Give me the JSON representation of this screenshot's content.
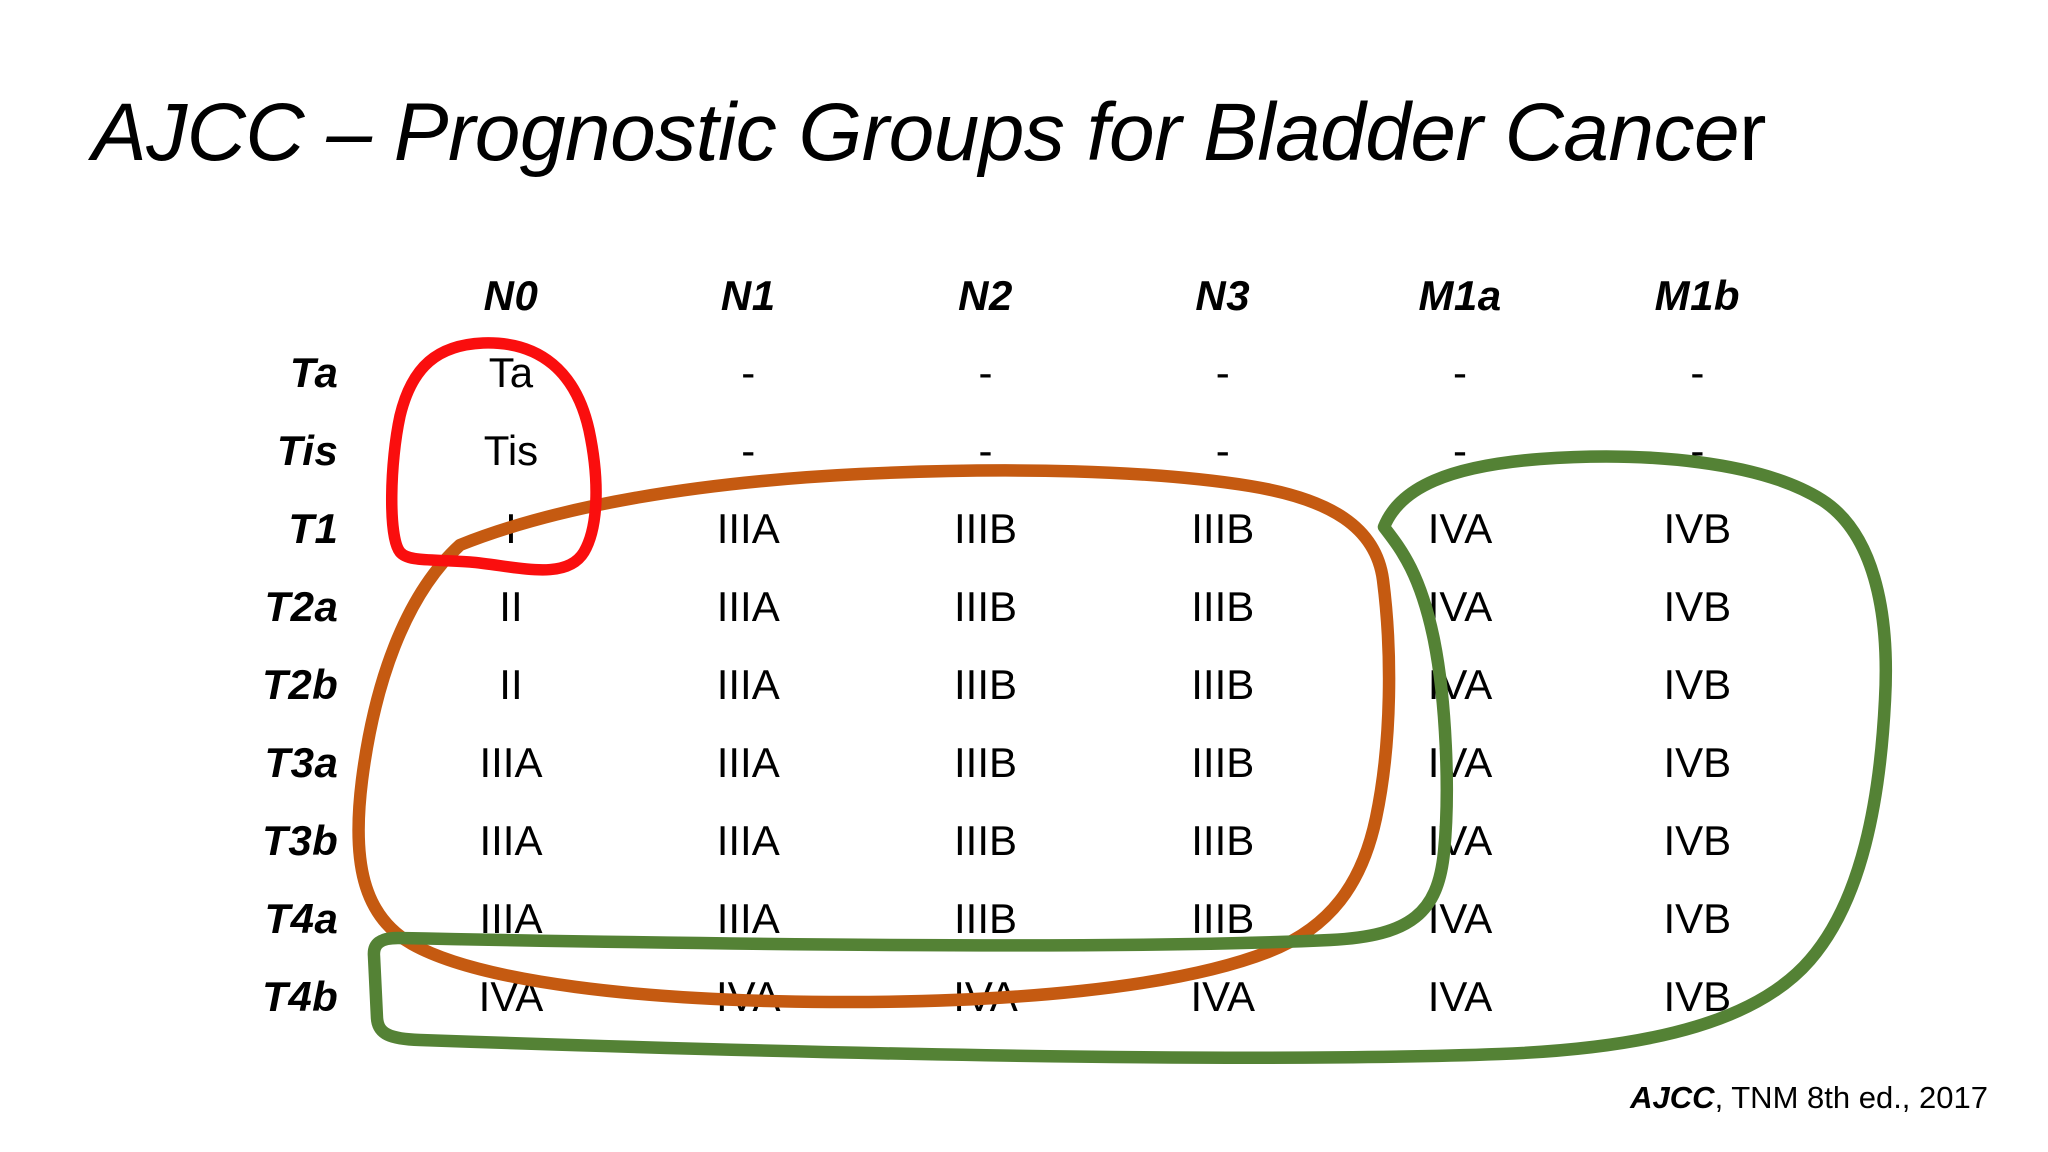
{
  "slide": {
    "title_main": "AJCC – Prognostic Groups for Bladder Cance",
    "title_tail": "r",
    "background_color": "#FFFFFF",
    "text_color": "#000000"
  },
  "table": {
    "corner_label": "",
    "column_headers": [
      "N0",
      "N1",
      "N2",
      "N3",
      "M1a",
      "M1b"
    ],
    "row_headers": [
      "Ta",
      "Tis",
      "T1",
      "T2a",
      "T2b",
      "T3a",
      "T3b",
      "T4a",
      "T4b"
    ],
    "rows": [
      {
        "header": "Ta",
        "cells": [
          "Ta",
          "-",
          "-",
          "-",
          "-",
          "-"
        ]
      },
      {
        "header": "Tis",
        "cells": [
          "Tis",
          "-",
          "-",
          "-",
          "-",
          "-"
        ]
      },
      {
        "header": "T1",
        "cells": [
          "I",
          "IIIA",
          "IIIB",
          "IIIB",
          "IVA",
          "IVB"
        ]
      },
      {
        "header": "T2a",
        "cells": [
          "II",
          "IIIA",
          "IIIB",
          "IIIB",
          "IVA",
          "IVB"
        ]
      },
      {
        "header": "T2b",
        "cells": [
          "II",
          "IIIA",
          "IIIB",
          "IIIB",
          "IVA",
          "IVB"
        ]
      },
      {
        "header": "T3a",
        "cells": [
          "IIIA",
          "IIIA",
          "IIIB",
          "IIIB",
          "IVA",
          "IVB"
        ]
      },
      {
        "header": "T3b",
        "cells": [
          "IIIA",
          "IIIA",
          "IIIB",
          "IIIB",
          "IVA",
          "IVB"
        ]
      },
      {
        "header": "T4a",
        "cells": [
          "IIIA",
          "IIIA",
          "IIIB",
          "IIIB",
          "IVA",
          "IVB"
        ]
      },
      {
        "header": "T4b",
        "cells": [
          "IVA",
          "IVA",
          "IVA",
          "IVA",
          "IVA",
          "IVB"
        ]
      }
    ]
  },
  "annotations": [
    {
      "name": "red-loop",
      "color": "#FA0E0E",
      "stroke_width": 11,
      "encircles": "N0 column rows Ta, Tis, T1"
    },
    {
      "name": "orange-loop",
      "color": "#C55A11",
      "stroke_width": 12,
      "encircles": "N0-N3 columns rows T1 through T4a"
    },
    {
      "name": "green-loop",
      "color": "#548235",
      "stroke_width": 12,
      "encircles": "M1a-M1b columns rows T1 through T4b plus entire T4b row"
    }
  ],
  "citation": {
    "source": "AJCC",
    "rest": ", TNM 8th ed., 2017"
  }
}
